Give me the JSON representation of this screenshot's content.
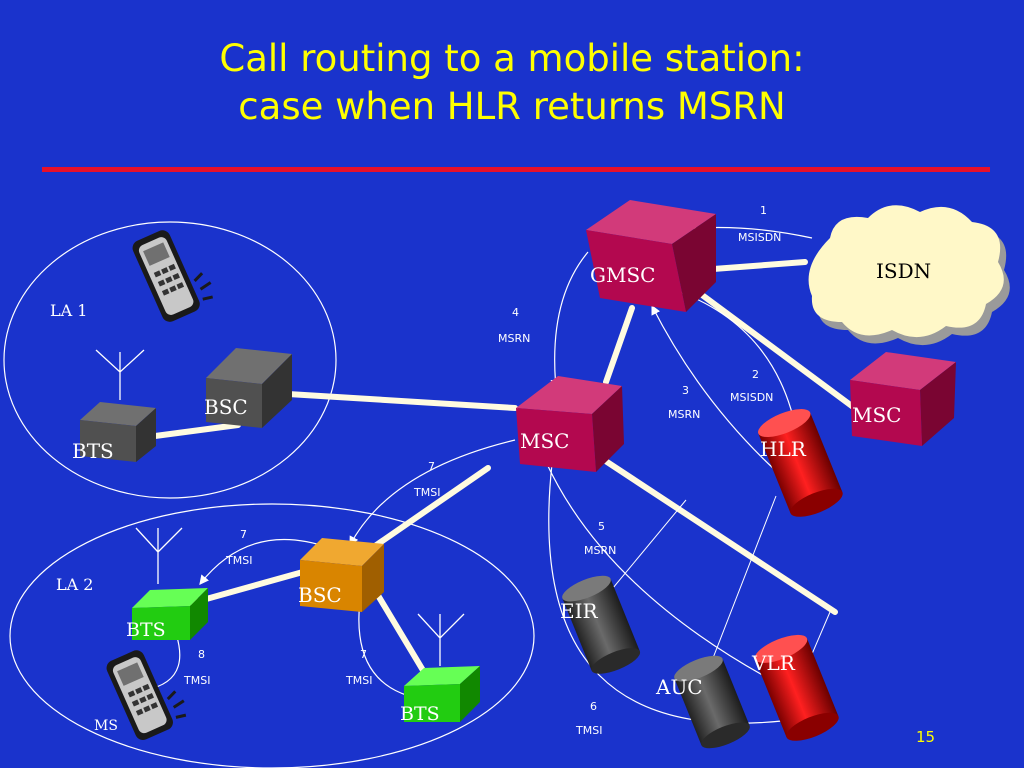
{
  "title_line1": "Call routing to a mobile station:",
  "title_line2": "case when HLR returns MSRN",
  "page_number": "15",
  "labels": {
    "gmsc": "GMSC",
    "isdn": "ISDN",
    "msc_center": "MSC",
    "msc_right": "MSC",
    "hlr": "HLR",
    "vlr": "VLR",
    "eir": "EIR",
    "auc": "AUC",
    "la1": "LA 1",
    "la2": "LA 2",
    "bsc_top": "BSC",
    "bts_top": "BTS",
    "bsc_bottom": "BSC",
    "bts_bottom_left": "BTS",
    "bts_bottom_right": "BTS",
    "ms": "MS"
  },
  "steps": [
    {
      "num": "1",
      "msg": "MSISDN"
    },
    {
      "num": "2",
      "msg": "MSISDN"
    },
    {
      "num": "3",
      "msg": "MSRN"
    },
    {
      "num": "4",
      "msg": "MSRN"
    },
    {
      "num": "5",
      "msg": "MSRN"
    },
    {
      "num": "6",
      "msg": "TMSI"
    },
    {
      "num": "7",
      "msg": "TMSI"
    },
    {
      "num": "7",
      "msg": "TMSI"
    },
    {
      "num": "7",
      "msg": "TMSI"
    },
    {
      "num": "8",
      "msg": "TMSI"
    }
  ],
  "colors": {
    "background": "#1a33cc",
    "title": "#ffff00",
    "rule": "#e8102a",
    "msc": "#b3084f",
    "hlr_vlr": "#d40000",
    "gray_device": "#505050",
    "bts_green": "#22cc11",
    "bsc_orange": "#d98500",
    "cloud": "#fff8c8"
  }
}
